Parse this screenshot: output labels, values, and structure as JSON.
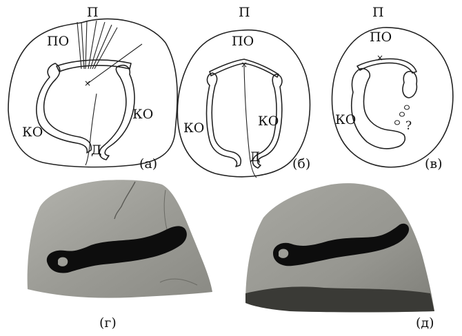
{
  "panels": {
    "a": {
      "caption": "(а)",
      "labels": {
        "top": "П",
        "upper_region": "ПО",
        "left_region": "КО",
        "right_region": "КО",
        "bottom": "Д"
      },
      "center_mark": "×"
    },
    "b": {
      "caption": "(б)",
      "labels": {
        "top": "П",
        "upper_region": "ПО",
        "left_region": "КО",
        "right_region": "КО",
        "bottom": "Д"
      },
      "center_mark": "×"
    },
    "c": {
      "caption": "(в)",
      "labels": {
        "top": "П",
        "upper_region": "ПО",
        "left_region": "КО",
        "question": "?"
      },
      "center_mark": "×"
    },
    "d": {
      "caption": "(г)"
    },
    "e": {
      "caption": "(д)"
    }
  },
  "colors": {
    "line": "#222222",
    "stone": "#9a9a94",
    "stone_dark": "#6f6f69",
    "imprint": "#0d0d0d"
  }
}
